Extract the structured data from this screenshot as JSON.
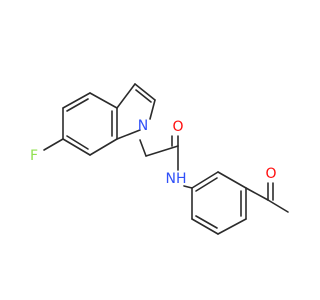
{
  "molecule": {
    "atoms": {
      "fluorine": {
        "symbol": "F",
        "color": "#90e050"
      },
      "indole_nitrogen": {
        "symbol": "N",
        "color": "#3050f8"
      },
      "amide_oxygen": {
        "symbol": "O",
        "color": "#ff0d0d"
      },
      "amide_nitrogen": {
        "symbol": "NH",
        "color": "#3050f8"
      },
      "acetyl_oxygen": {
        "symbol": "O",
        "color": "#ff0d0d"
      }
    },
    "bond_color": "#2b2b2b"
  }
}
